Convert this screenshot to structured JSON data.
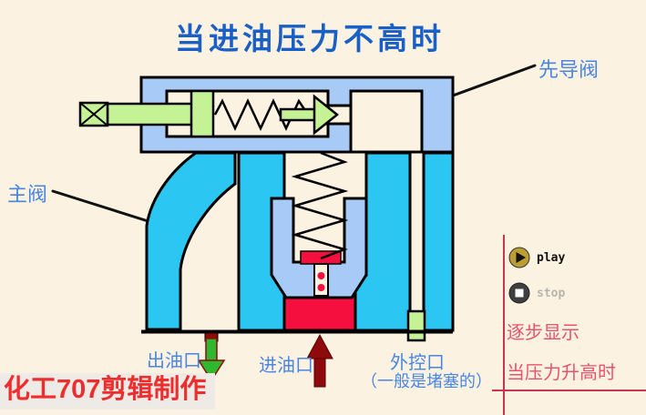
{
  "title": "当进油压力不高时",
  "diagram": {
    "labels": {
      "pilot_valve": "先导阀",
      "main_valve": "主阀",
      "outlet_port": "出油口",
      "inlet_port": "进油口",
      "control_port": "外控口",
      "control_port_note": "（一般是堵塞的）"
    }
  },
  "controls": {
    "play": "play",
    "stop": "stop"
  },
  "captions": {
    "step_display": "逐步显示",
    "next_scene": "当压力升高时"
  },
  "watermark": {
    "prefix": "化工",
    "number": "707",
    "suffix": "剪辑制作"
  },
  "colors": {
    "bg": "#fbf2e2",
    "body-metal": "#a8caf7",
    "oil-low": "#2cc6f2",
    "oil-high": "#f40f3f",
    "part-green": "#c5f295",
    "title-blue": "#1a5fc6",
    "label-blue": "#4a86e0",
    "pink-text": "#ea5272",
    "panel-line": "#cc3355",
    "watermark-red": "#ee2e2e",
    "watermark-bg": "#eeeae6",
    "arrow-green": "#2eb82e",
    "arrow-maroon": "#8f0b0b",
    "play-gold": "#bb9d33",
    "stop-gray": "#3f3f3f",
    "stop-text": "#b9b3ab",
    "outline": "#000000"
  }
}
